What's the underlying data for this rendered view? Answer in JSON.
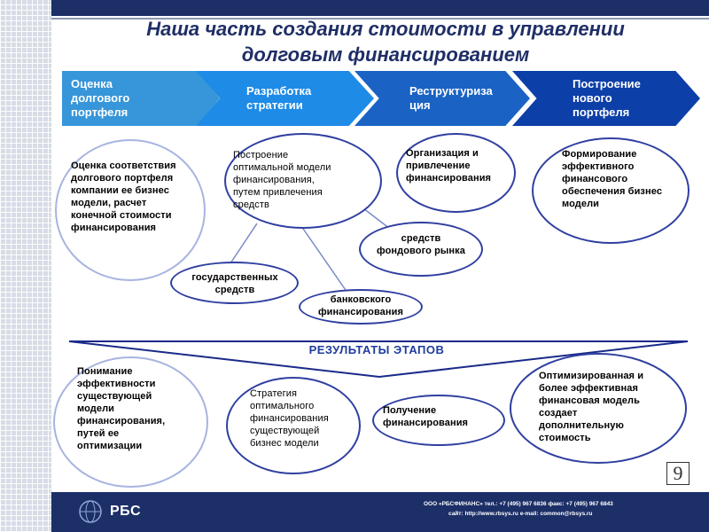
{
  "title": {
    "line1": "Наша часть создания стоимости в управлении",
    "line2": "долговым финансированием"
  },
  "stages": [
    {
      "label": "Оценка\nдолгового\nпортфеля"
    },
    {
      "label": "Разработка\nстратегии"
    },
    {
      "label": "Реструктуриза\nция"
    },
    {
      "label": "Построение\nнового\nпортфеля"
    }
  ],
  "stage_details": {
    "assessment": "Оценка соответствия\nдолгового портфеля\nкомпании ее бизнес\nмодели, расчет\nконечной стоимости\nфинансирования",
    "optimal_model": "Построение\nоптимальной модели\nфинансирования,\nпутем привлечения\nсредств",
    "organization": "Организация и\nпривлечение\nфинансирования",
    "formation": "Формирование\nэффективного\nфинансового\nобеспечения бизнес\nмодели",
    "source_stock": "средств\nфондового рынка",
    "source_state": "государственных\nсредств",
    "source_bank": "банковского\nфинансирования"
  },
  "results": {
    "label": "РЕЗУЛЬТАТЫ ЭТАПОВ",
    "understanding": "Понимание\nэффективности\nсуществующей\nмодели\nфинансирования,\nпутей ее\nоптимизации",
    "strategy": "Стратегия\nоптимального\nфинансирования\nсуществующей\nбизнес модели",
    "funding": "Получение\nфинансирования",
    "optimized": "Оптимизированная и\nболее эффективная\nфинансовая модель\nсоздает\nдополнительную\nстоимость"
  },
  "page_number": "9",
  "footer": {
    "logo": "РБС",
    "contacts_line1": "ООО «РБСФИНАНС» тел.: +7 (495) 967 6836 факс: +7 (495) 967 6843",
    "contacts_line2": "сайт: http://www.rbsys.ru e-mail: common@rbsys.ru"
  },
  "colors": {
    "stage1": "#3796d9",
    "stage2": "#1e8be6",
    "stage3": "#1a63c4",
    "stage4": "#0d3fa8",
    "oval_border": "#2f3fa0",
    "accent": "#1f2e66"
  }
}
